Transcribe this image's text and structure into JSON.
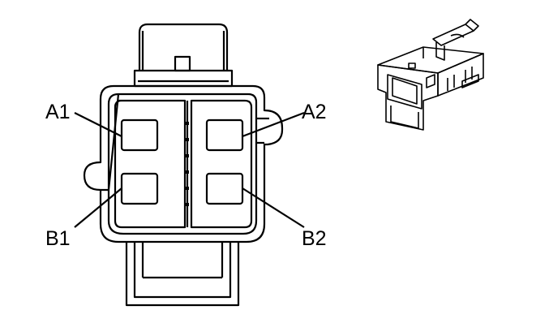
{
  "pin_labels": {
    "a1": "A1",
    "a2": "A2",
    "b1": "B1",
    "b2": "B2"
  },
  "colors": {
    "stroke": "#000000",
    "background": "#ffffff"
  }
}
